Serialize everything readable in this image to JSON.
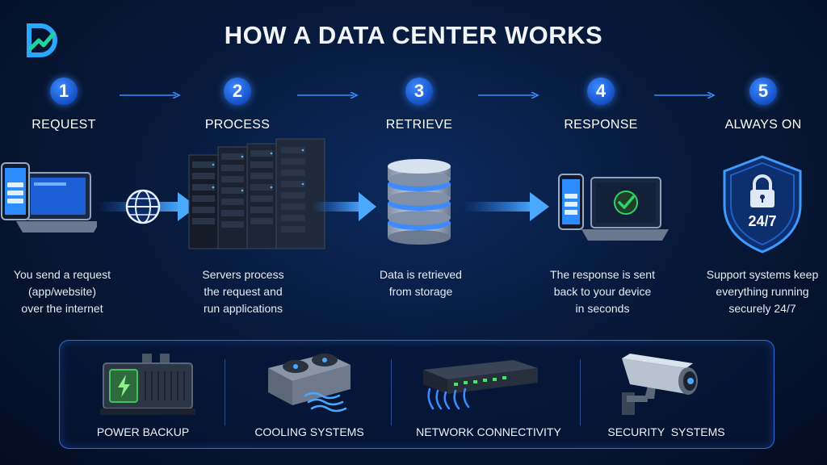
{
  "title": "HOW A DATA CENTER WORKS",
  "steps": [
    {
      "number": "1",
      "label": "REQUEST",
      "description": [
        "You send a request",
        "(app/website)",
        "over the internet"
      ]
    },
    {
      "number": "2",
      "label": "PROCESS",
      "description": [
        "Servers process",
        "the request and",
        "run applications"
      ]
    },
    {
      "number": "3",
      "label": "RETRIEVE",
      "description": [
        "Data is retrieved",
        "from storage"
      ]
    },
    {
      "number": "4",
      "label": "RESPONSE",
      "description": [
        "The response is sent",
        "back to your device",
        "in seconds"
      ]
    },
    {
      "number": "5",
      "label": "ALWAYS ON",
      "description": [
        "Support systems keep",
        "everything running",
        "securely 24/7"
      ]
    }
  ],
  "shield_text": "24/7",
  "systems": [
    {
      "label": "POWER BACKUP",
      "icon": "generator-icon"
    },
    {
      "label": "COOLING SYSTEMS",
      "icon": "cooling-unit-icon"
    },
    {
      "label": "NETWORK CONNECTIVITY",
      "icon": "network-switch-icon"
    },
    {
      "label": "SECURITY  SYSTEMS",
      "icon": "security-camera-icon"
    }
  ],
  "colors": {
    "accent": "#2f7cf6",
    "glow": "#4aa8ff",
    "check": "#2fd36a",
    "background": "#061536"
  }
}
